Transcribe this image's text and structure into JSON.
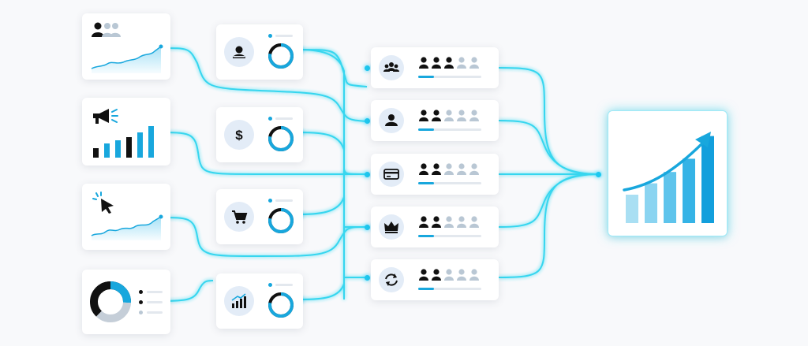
{
  "colors": {
    "wire": "#22d3ee",
    "accent": "#18a7dd",
    "dark": "#111111",
    "muted": "#b9c7d4",
    "icon_bg": "#e3ecf7"
  },
  "sources": [
    {
      "id": "audience",
      "icon": "users-icon",
      "visual": "area-trend"
    },
    {
      "id": "campaigns",
      "icon": "megaphone-icon",
      "visual": "bar-trend"
    },
    {
      "id": "clicks",
      "icon": "cursor-click-icon",
      "visual": "area-trend"
    },
    {
      "id": "segments",
      "icon": "donut-legend-icon",
      "visual": "donut-legend"
    }
  ],
  "metrics": [
    {
      "id": "profile",
      "icon": "profile-icon",
      "gauge_fraction": 0.78
    },
    {
      "id": "revenue",
      "icon": "dollar-icon",
      "gauge_fraction": 0.78
    },
    {
      "id": "cart",
      "icon": "cart-icon",
      "gauge_fraction": 0.78
    },
    {
      "id": "growth",
      "icon": "growth-chart-icon",
      "gauge_fraction": 0.78
    }
  ],
  "segments": [
    {
      "id": "group",
      "icon": "group-icon",
      "active_users": 3,
      "total_users": 5,
      "progress": 0.25
    },
    {
      "id": "user",
      "icon": "user-icon",
      "active_users": 2,
      "total_users": 5,
      "progress": 0.25
    },
    {
      "id": "payment",
      "icon": "credit-card-icon",
      "active_users": 2,
      "total_users": 5,
      "progress": 0.25
    },
    {
      "id": "vip",
      "icon": "crown-icon",
      "active_users": 2,
      "total_users": 5,
      "progress": 0.25
    },
    {
      "id": "retention",
      "icon": "refresh-icon",
      "active_users": 2,
      "total_users": 5,
      "progress": 0.25
    }
  ],
  "result": {
    "icon": "rising-bar-chart-icon",
    "bar_levels": [
      0.3,
      0.42,
      0.54,
      0.68,
      0.92
    ]
  }
}
